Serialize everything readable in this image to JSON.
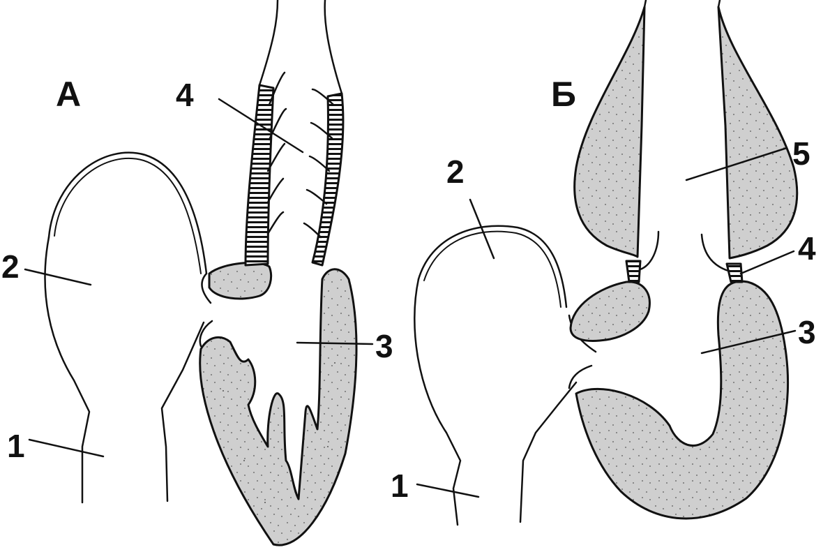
{
  "panels": [
    {
      "id": "A",
      "label": "А",
      "parts": [
        "1",
        "2",
        "3",
        "4"
      ]
    },
    {
      "id": "B",
      "label": "Б",
      "parts": [
        "1",
        "2",
        "3",
        "4",
        "5"
      ]
    }
  ],
  "colors": {
    "line": "#111111",
    "muscle_fill": "#cfcfcf",
    "background": "#ffffff"
  }
}
